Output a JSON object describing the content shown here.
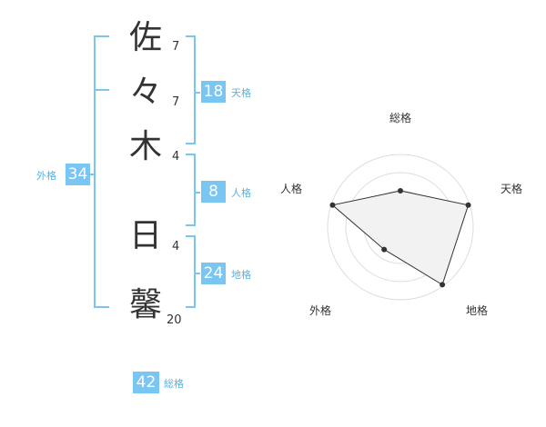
{
  "name": {
    "characters": [
      {
        "char": "佐",
        "strokes": "7"
      },
      {
        "char": "々",
        "strokes": "7"
      },
      {
        "char": "木",
        "strokes": "4"
      },
      {
        "char": "日",
        "strokes": "4"
      },
      {
        "char": "馨",
        "strokes": "20"
      }
    ]
  },
  "grid": {
    "tenkaku": {
      "value": "18",
      "label": "天格"
    },
    "jinkaku": {
      "value": "8",
      "label": "人格"
    },
    "chikaku": {
      "value": "24",
      "label": "地格"
    },
    "gaikaku": {
      "value": "34",
      "label": "外格"
    },
    "soukaku": {
      "value": "42",
      "label": "総格"
    }
  },
  "radar": {
    "axes": [
      {
        "label": "総格",
        "value": 0.5
      },
      {
        "label": "天格",
        "value": 0.98
      },
      {
        "label": "地格",
        "value": 0.98
      },
      {
        "label": "外格",
        "value": 0.38
      },
      {
        "label": "人格",
        "value": 0.98
      }
    ],
    "colors": {
      "fill": "#f2f2f2",
      "line": "#333333",
      "ring": "#dddddd",
      "center": "#bbbbbb"
    }
  },
  "colors": {
    "accent": "#79c6f2",
    "text": "#333333"
  }
}
